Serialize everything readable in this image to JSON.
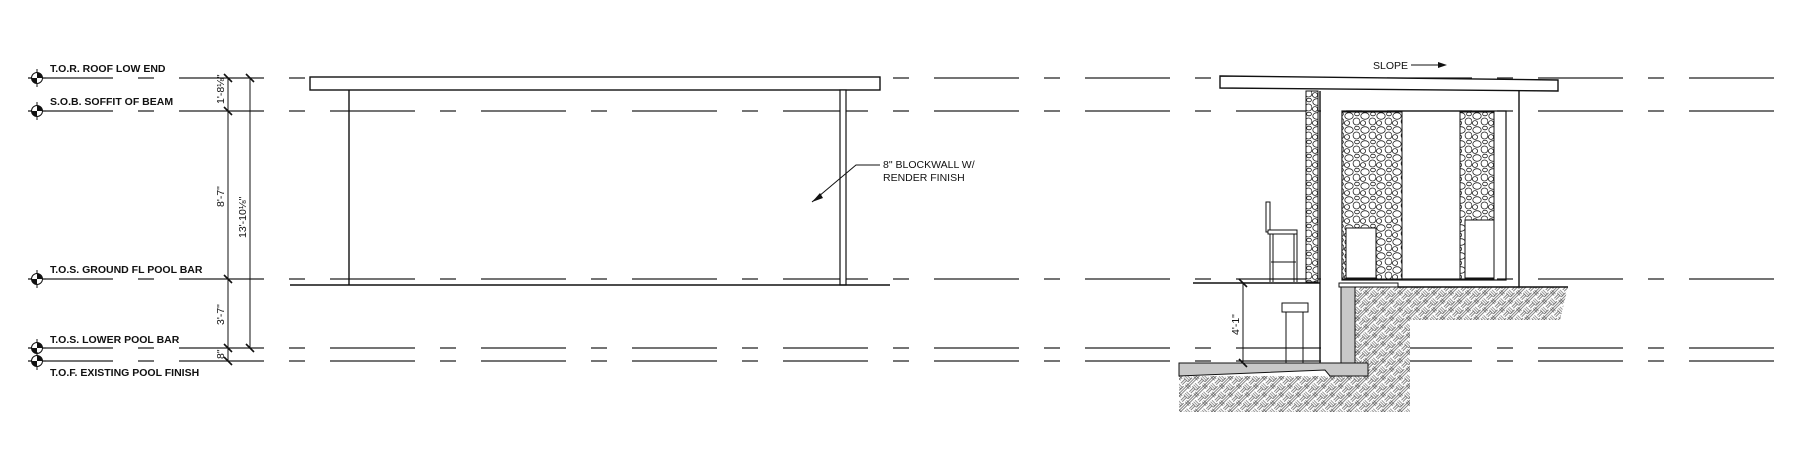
{
  "levels": [
    {
      "label": "T.O.R. ROOF LOW END"
    },
    {
      "label": "S.O.B. SOFFIT OF BEAM"
    },
    {
      "label": "T.O.S. GROUND FL POOL BAR"
    },
    {
      "label": "T.O.S. LOWER POOL BAR"
    },
    {
      "label": "T.O.F. EXISTING POOL FINISH"
    }
  ],
  "dimensions": {
    "roof_to_soffit": "1'-8⅛\"",
    "soffit_to_ground": "8'-7\"",
    "ground_to_lower": "3'-7\"",
    "lower_to_pool": "8\"",
    "overall": "13'-10⅛\"",
    "section_step": "4'-1\""
  },
  "notes": {
    "blockwall_line1": "8\" BLOCKWALL W/",
    "blockwall_line2": "RENDER FINISH",
    "slope": "SLOPE"
  },
  "colors": {
    "line": "#111111",
    "concrete": "#c8c8c8"
  }
}
